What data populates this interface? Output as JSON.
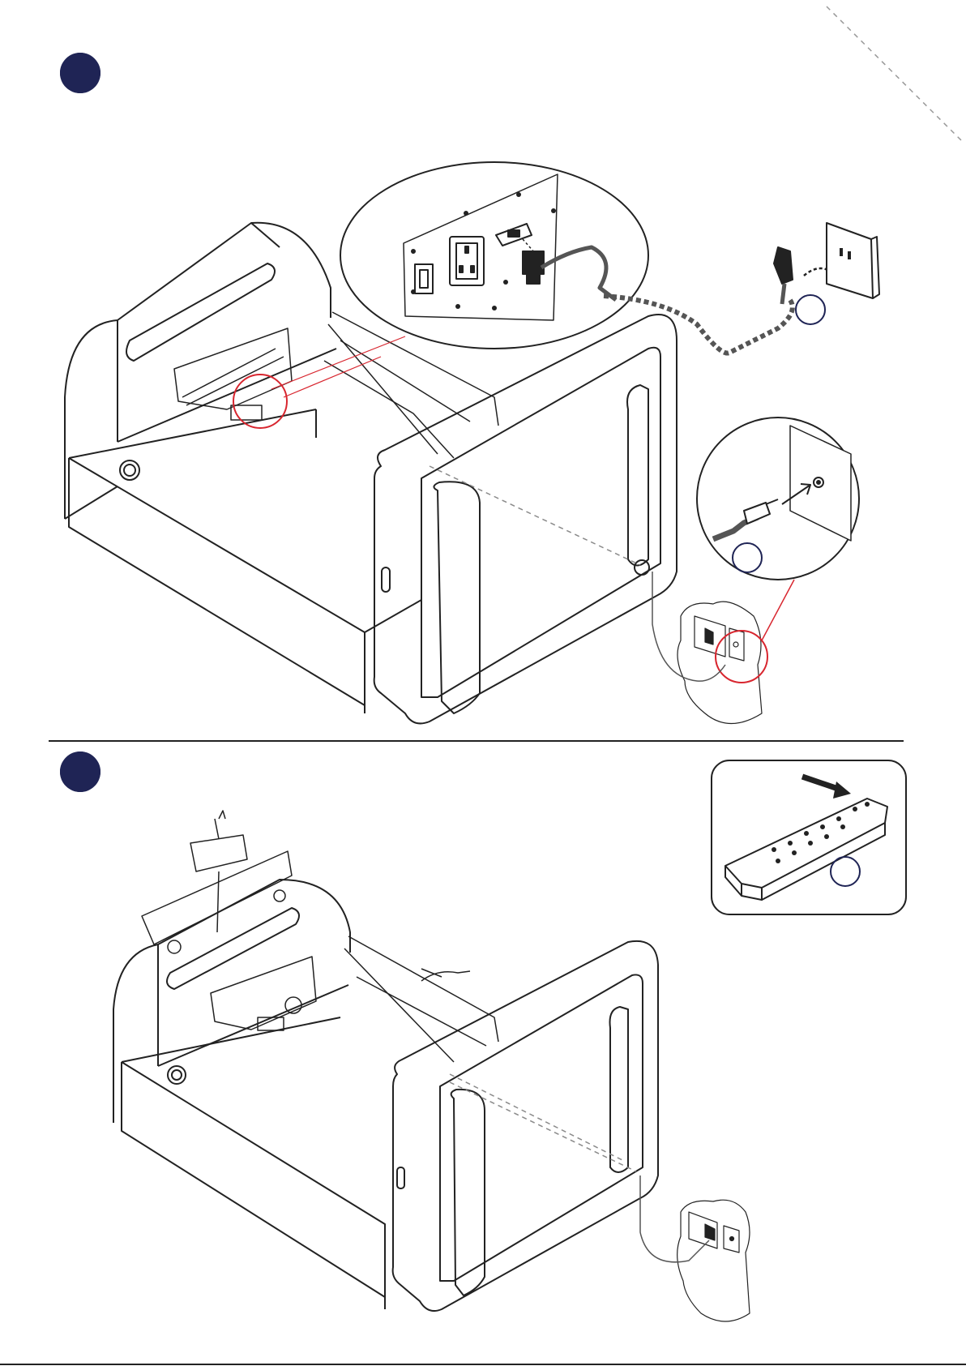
{
  "document": {
    "section_count": 2,
    "steps": [
      {
        "id": "step-1",
        "marker_text": ""
      },
      {
        "id": "step-2",
        "marker_text": ""
      }
    ]
  },
  "colors": {
    "step_marker": "#1f2455",
    "line_art": "#222222",
    "highlight": "#d8262f",
    "dashed_guide": "#8a8a8a",
    "callout_marker": "#1f2455"
  },
  "icons": [
    "power-socket-icon",
    "uk-plug-icon",
    "iec-connector-icon",
    "coax-wall-outlet-icon",
    "coax-plug-icon",
    "remote-control-icon",
    "push-arrow-icon"
  ]
}
